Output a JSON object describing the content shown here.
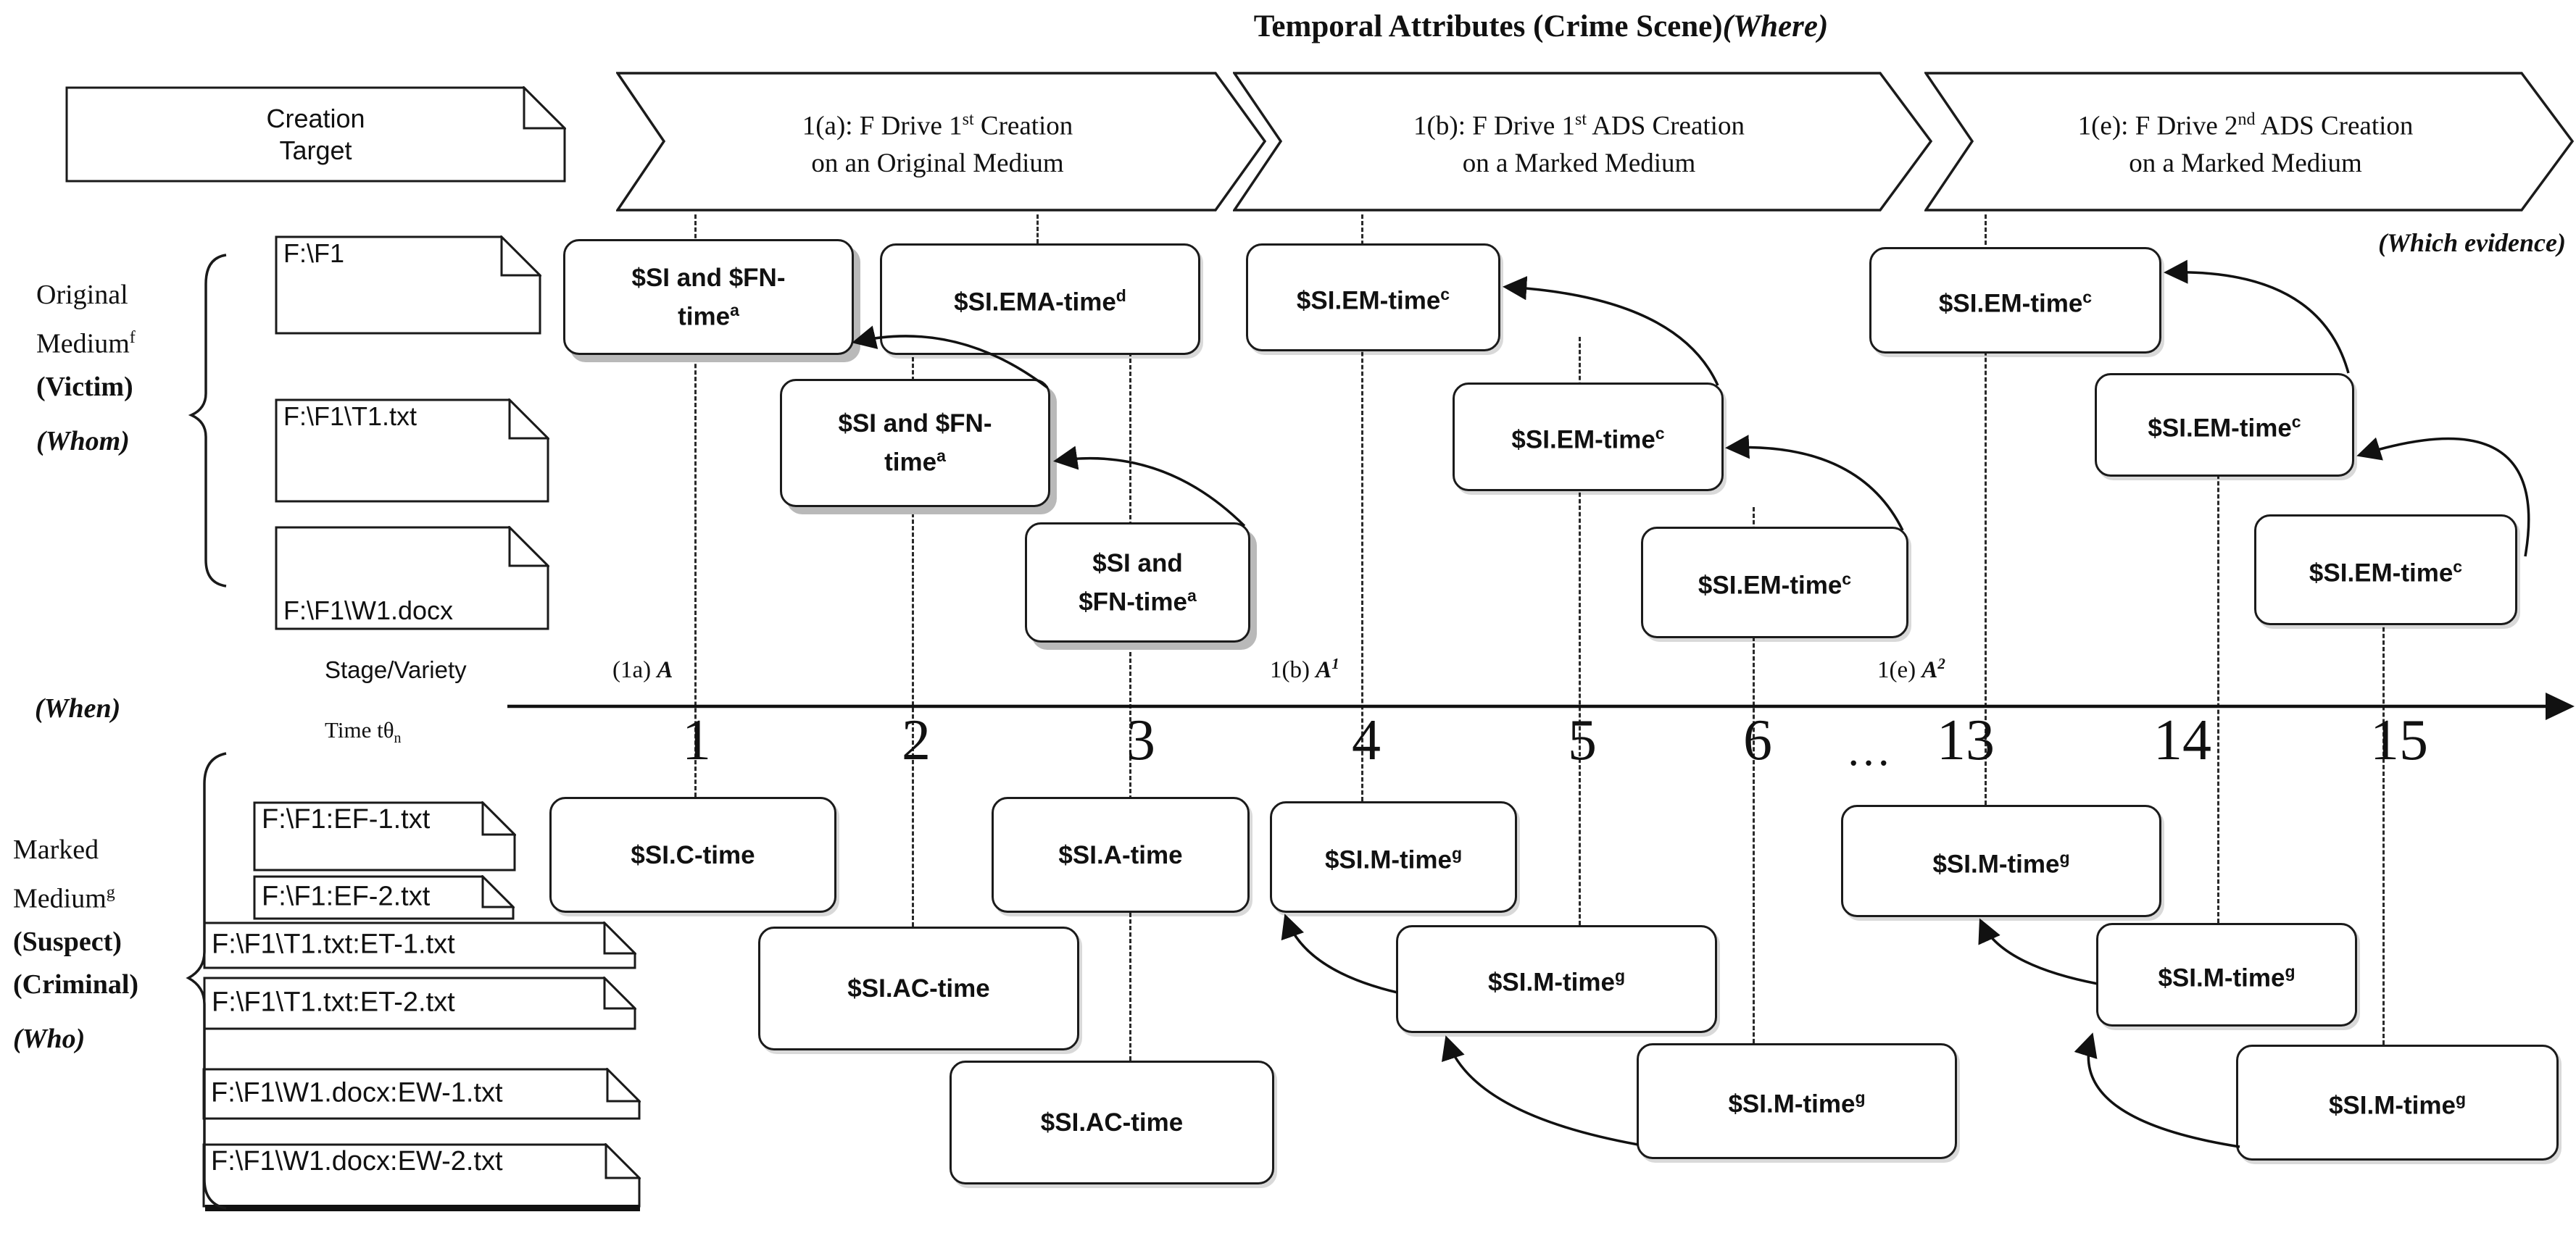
{
  "title": {
    "main": "Temporal Attributes (Crime Scene)",
    "suffix": "(Where)"
  },
  "banners": [
    {
      "pre": "1(a): F Drive 1",
      "sup": "st",
      "post": " Creation",
      "line2": "on an Original Medium"
    },
    {
      "pre": "1(b): F Drive 1",
      "sup": "st",
      "post": " ADS Creation",
      "line2": "on a Marked Medium"
    },
    {
      "pre": "1(e): F Drive 2",
      "sup": "nd",
      "post": " ADS Creation",
      "line2": "on a Marked Medium"
    }
  ],
  "creation_target": {
    "line1": "Creation",
    "line2": "Target"
  },
  "victim_group": {
    "l1": "Original",
    "l2": "Medium",
    "sup": "f",
    "bold": "(Victim)",
    "italic": "(Whom)"
  },
  "suspect_group": {
    "l1": "Marked",
    "l2": "Medium",
    "sup": "g",
    "bold1": "(Suspect)",
    "bold2": "(Criminal)",
    "italic": "(Who)"
  },
  "when_label": "(When)",
  "which_evidence_label": "(Which evidence)",
  "stage_label": "Stage/Variety",
  "time_label": {
    "pre": "Time tθ",
    "sub": "n"
  },
  "stage_markers": [
    {
      "pre": "(1a) ",
      "em": "A",
      "sup": ""
    },
    {
      "pre": "1(b) ",
      "em": "A",
      "sup": "1"
    },
    {
      "pre": "1(e) ",
      "em": "A",
      "sup": "2"
    }
  ],
  "timeline": {
    "ticks": [
      "1",
      "2",
      "3",
      "4",
      "5",
      "6",
      "…",
      "13",
      "14",
      "15"
    ]
  },
  "victim_files": [
    "F:\\F1",
    "F:\\F1\\T1.txt",
    "F:\\F1\\W1.docx"
  ],
  "marked_files": [
    "F:\\F1:EF-1.txt",
    "F:\\F1:EF-2.txt",
    "F:\\F1\\T1.txt:ET-1.txt",
    "F:\\F1\\T1.txt:ET-2.txt",
    "F:\\F1\\W1.docx:EW-1.txt",
    "F:\\F1\\W1.docx:EW-2.txt"
  ],
  "boxes": {
    "fn1": {
      "l1": "$SI and $FN-",
      "l2": "time",
      "s2": "a"
    },
    "ema": {
      "l1": "$SI.EMA-time",
      "s1": "d"
    },
    "emb1": {
      "l1": "$SI.EM-time",
      "s1": "c"
    },
    "eme1": {
      "l1": "$SI.EM-time",
      "s1": "c"
    },
    "fn2": {
      "l1": "$SI and $FN-",
      "l2": "time",
      "s2": "a"
    },
    "emb2": {
      "l1": "$SI.EM-time",
      "s1": "c"
    },
    "eme2": {
      "l1": "$SI.EM-time",
      "s1": "c"
    },
    "fn3": {
      "l1": "$SI and",
      "l2": "$FN-time",
      "s2": "a"
    },
    "emb3": {
      "l1": "$SI.EM-time",
      "s1": "c"
    },
    "eme3": {
      "l1": "$SI.EM-time",
      "s1": "c"
    },
    "ctime": {
      "l1": "$SI.C-time"
    },
    "atime": {
      "l1": "$SI.A-time"
    },
    "ac1": {
      "l1": "$SI.AC-time"
    },
    "ac2": {
      "l1": "$SI.AC-time"
    },
    "mb1": {
      "l1": "$SI.M-time",
      "s1": "g"
    },
    "mb2": {
      "l1": "$SI.M-time",
      "s1": "g"
    },
    "mb3": {
      "l1": "$SI.M-time",
      "s1": "g"
    },
    "me1": {
      "l1": "$SI.M-time",
      "s1": "g"
    },
    "me2": {
      "l1": "$SI.M-time",
      "s1": "g"
    },
    "me3": {
      "l1": "$SI.M-time",
      "s1": "g"
    }
  }
}
